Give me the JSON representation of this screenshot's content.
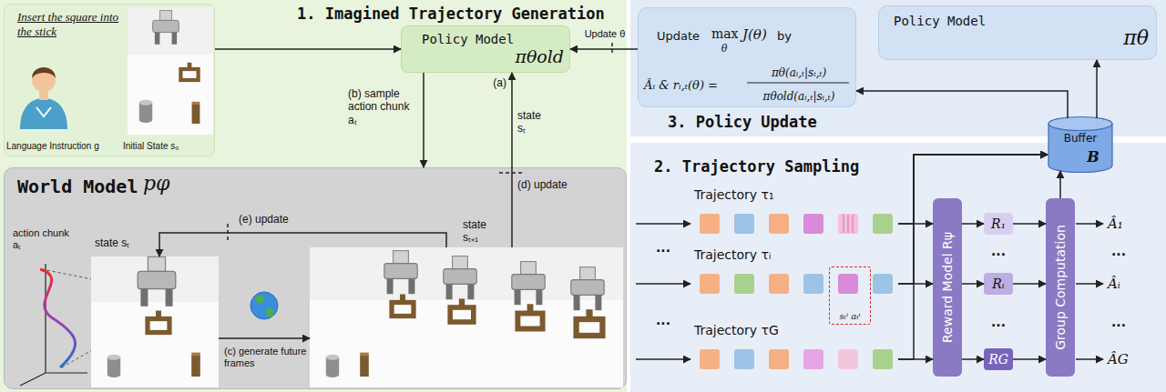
{
  "diagram": {
    "nodes": [
      {
        "text": [
          "1. Imagined Trajectory Generation"
        ]
      },
      {
        "text": [
          "Insert the square into the stick",
          "Language Instruction g",
          "Initial State s₀"
        ],
        "in": 0
      },
      {
        "text": [
          "Policy Model",
          "πθold"
        ],
        "in": 0
      },
      {
        "text": [
          "World Model",
          "pφ"
        ],
        "in": 0
      },
      {
        "text": [
          "state sₜ"
        ],
        "in": 3
      },
      {
        "text": [
          "state sₜ₊₁"
        ],
        "in": 3
      },
      {
        "text": [
          "3. Policy Update"
        ]
      },
      {
        "text": [
          "Update",
          "max",
          "θ",
          "J(θ)",
          "by",
          "Âᵢ & rᵢ,ₜ(θ) =",
          "πθ(aᵢ,ₜ|sᵢ,ₜ)",
          "πθold(aᵢ,ₜ|sᵢ,ₜ)"
        ],
        "in": 6
      },
      {
        "text": [
          "Policy Model",
          "πθ"
        ],
        "in": 6
      },
      {
        "text": [
          "2. Trajectory Sampling"
        ]
      },
      {
        "text": [
          "Buffer",
          "B"
        ],
        "in": 9
      },
      {
        "text": [
          "Trajectory τ₁"
        ],
        "in": 9
      },
      {
        "text": [
          "Trajectory τᵢ"
        ],
        "in": 9
      },
      {
        "text": [
          "sₜⁱ aₜⁱ"
        ],
        "in": 12
      },
      {
        "text": [
          "Trajectory τG"
        ],
        "in": 9
      },
      {
        "text": [
          "Reward Model Rψ"
        ],
        "in": 9
      },
      {
        "text": [
          "R₁"
        ],
        "in": 9
      },
      {
        "text": [
          "Rᵢ"
        ],
        "in": 9
      },
      {
        "text": [
          "RG"
        ],
        "in": 9
      },
      {
        "text": [
          "Group Computation"
        ],
        "in": 9
      }
    ],
    "edges": [
      {
        "from": 1,
        "to": 2,
        "arrow": "to"
      },
      {
        "from": 2,
        "to": 3,
        "label": "(b) sample action chunk aₜ",
        "arrow": "to"
      },
      {
        "from": 5,
        "to": 2,
        "label": "(d) update",
        "arrow": "to"
      },
      {
        "from": 5,
        "to": 4,
        "label": "(e) update",
        "arrow": "to"
      },
      {
        "from": 4,
        "to": 5,
        "label": "(c) generate future frames",
        "arrow": "to"
      },
      {
        "from": 7,
        "to": 2,
        "label": "Update θ",
        "arrow": "to"
      },
      {
        "from": 10,
        "to": 7,
        "arrow": "to"
      },
      {
        "from": 10,
        "to": 8,
        "arrow": "to"
      },
      {
        "from": 11,
        "to": 15,
        "arrow": "to"
      },
      {
        "from": 12,
        "to": 15,
        "arrow": "to"
      },
      {
        "from": 14,
        "to": 15,
        "arrow": "to"
      },
      {
        "from": 15,
        "to": 16,
        "arrow": "to"
      },
      {
        "from": 15,
        "to": 17,
        "arrow": "to"
      },
      {
        "from": 15,
        "to": 18,
        "arrow": "to"
      },
      {
        "from": 16,
        "to": 19,
        "arrow": "to"
      },
      {
        "from": 17,
        "to": 19,
        "arrow": "to"
      },
      {
        "from": 18,
        "to": 19,
        "arrow": "to"
      },
      {
        "from": 19,
        "to": 10,
        "arrow": "to"
      },
      {
        "from": 11,
        "to": 10,
        "arrow": "to"
      },
      {
        "from": 12,
        "to": 10,
        "arrow": "to"
      },
      {
        "from": 14,
        "to": 10,
        "arrow": "to"
      }
    ],
    "labels": [
      "action chunk aₜ",
      "(a)",
      "state sₜ",
      "...",
      "...",
      "...",
      "...",
      "Â₁",
      "...",
      "Âᵢ",
      "...",
      "ÂG"
    ]
  }
}
